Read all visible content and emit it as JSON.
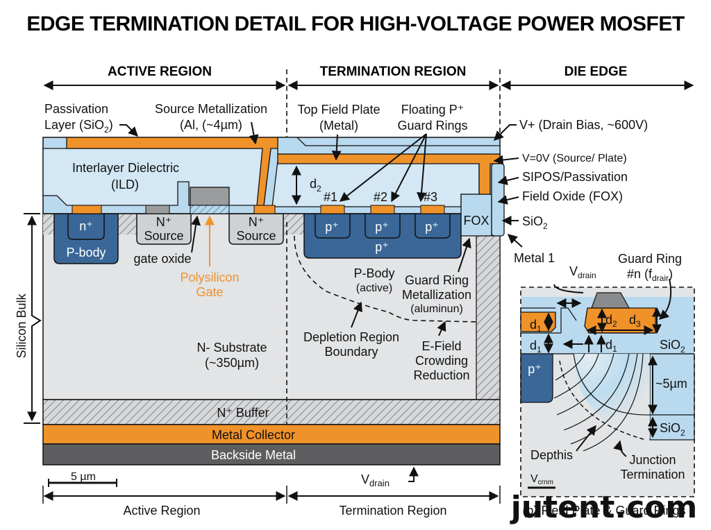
{
  "title": "EDGE TERMINATION DETAIL FOR HIGH-VOLTAGE POWER MOSFET",
  "regions": {
    "active": "ACTIVE REGION",
    "termination": "TERMINATION REGION",
    "die_edge": "DIE EDGE"
  },
  "bottom_regions": {
    "active": "Active Region",
    "termination": "Termination Region"
  },
  "labels": {
    "passivation_1": "Passivation",
    "passivation_2": "Layer (SiO",
    "passivation_sub": "2",
    "passivation_end": ")",
    "source_metal_1": "Source Metallization",
    "source_metal_2": "(Al, (~4µm)",
    "top_field_plate_1": "Top Field Plate",
    "top_field_plate_2": "(Metal)",
    "floating_rings_1": "Floating P⁺",
    "floating_rings_2": "Guard Rings",
    "drain_bias": "V+ (Drain Bias, ~600V)",
    "source_plate": "V=0V (Source/ Plate)",
    "sipos": "SIPOS/Passivation",
    "fox_label": "Field Oxide (FOX)",
    "sio2_right": "SiO",
    "sio2_sub": "2",
    "metal1": "Metal 1",
    "ild_1": "Interlayer Dielectric",
    "ild_2": "(ILD)",
    "d2": "d",
    "d2_sub": "2",
    "ring1": "#1",
    "ring2": "#2",
    "ring3": "#3",
    "fox": "FOX",
    "nplus": "n⁺",
    "pbody": "P-body",
    "nsource_1": "N⁺",
    "nsource_2": "Source",
    "gate_oxide": "gate oxide",
    "poly_1": "Polysilicon",
    "poly_2": "Gate",
    "pplus": "p⁺",
    "pbody_term_1": "P-Body",
    "pbody_term_2": "(active)",
    "gr_metal_1": "Guard Ring",
    "gr_metal_2": "Metallization",
    "gr_metal_3": "(aluminun)",
    "depletion_1": "Depletion Region",
    "depletion_2": "Boundary",
    "efield_1": "E-Field",
    "efield_2": "Crowding",
    "efield_3": "Reduction",
    "substrate_1": "N- Substrate",
    "substrate_2": "(~350µm)",
    "silicon_bulk": "Silicon Bulk",
    "buffer": "N⁺ Buffer",
    "collector": "Metal Collector",
    "backside": "Backside Metal",
    "scale": "5 µm",
    "vdrain": "V",
    "vdrain_sub": "drain"
  },
  "inset": {
    "guard_ring_1": "Guard Ring",
    "guard_ring_2": "#n  (f",
    "guard_ring_sub": "drair",
    "guard_ring_end": ")",
    "vdrain": "V",
    "vdrain_sub": "drain",
    "d1": "d",
    "d1_sub": "1",
    "d2": "d",
    "d2_sub": "2",
    "d3": "d",
    "d3_sub": "3",
    "sio2": "SiO",
    "sio2_sub": "2",
    "pplus": "p⁺",
    "depth": "~5µm",
    "depthis": "Depthis",
    "junction_1": "Junction",
    "junction_2": "Termination",
    "vcrnm": "V",
    "vcrnm_sub": "crnm",
    "caption": "(b) Field Plate & Guard Rings"
  },
  "watermark": "jutent.com",
  "colors": {
    "metal_orange": "#f0922a",
    "oxide_blue": "#b9d9ee",
    "doped_blue": "#3a6797",
    "substrate_gray": "#e2e4e6",
    "backside_gray": "#5d5d5f"
  }
}
